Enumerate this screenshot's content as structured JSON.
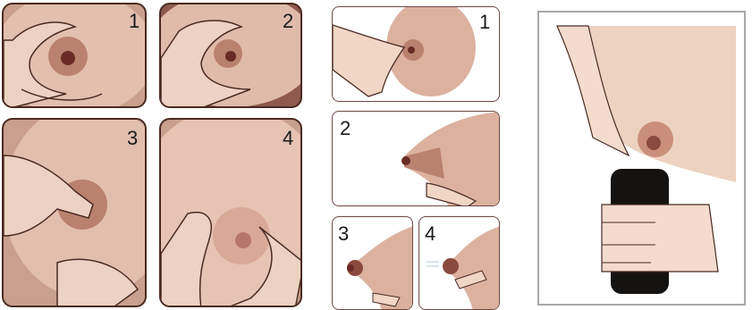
{
  "set_a": {
    "steps": [
      "1",
      "2",
      "3",
      "4"
    ]
  },
  "set_b": {
    "steps": [
      "1",
      "2",
      "3",
      "4"
    ]
  },
  "colors": {
    "skin_dark": "#c49682",
    "skin_mid": "#dcb29f",
    "skin_light": "#f1d6c6",
    "areola": "#8a4a3e",
    "nipple": "#6a2a25",
    "outline": "#4a2a22",
    "bottle": "#151212",
    "frame": "#a8a8a8"
  },
  "icons": [
    "hand-icon",
    "breast-icon",
    "bottle-icon"
  ]
}
